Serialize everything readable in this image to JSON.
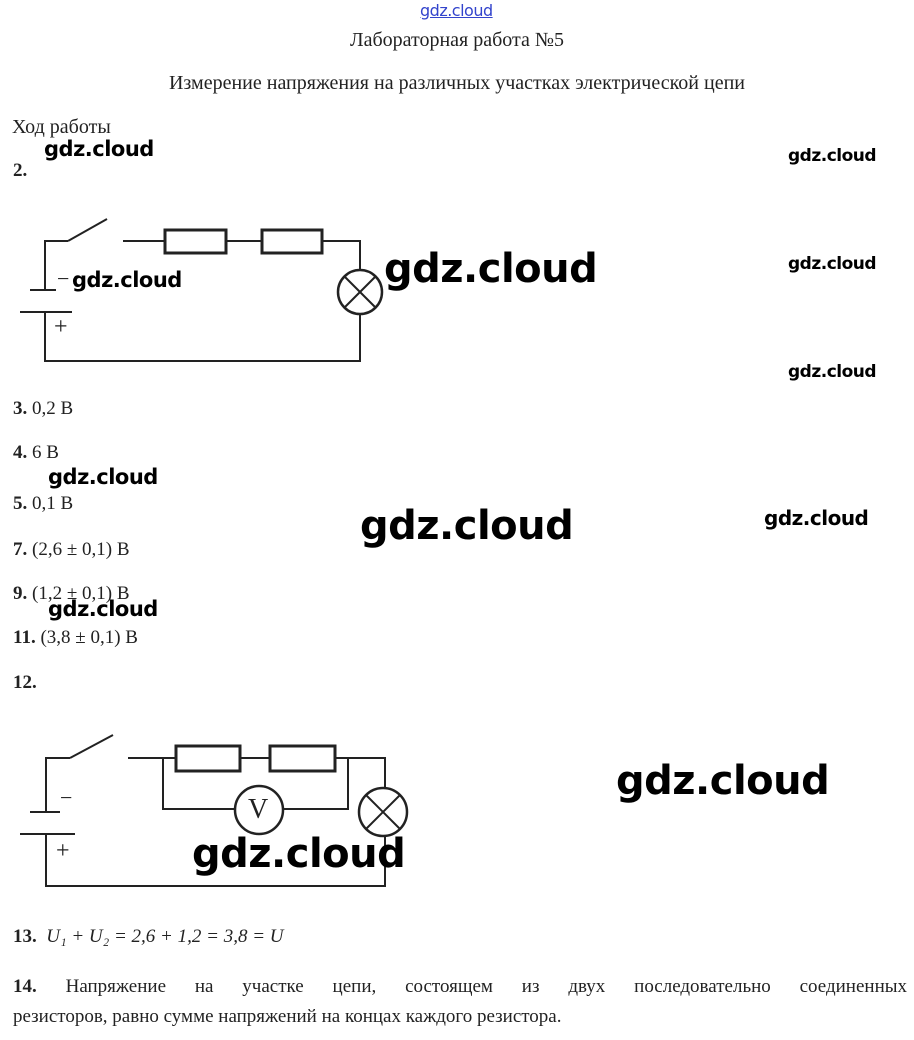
{
  "watermark": "gdz.cloud",
  "title": "Лабораторная работа №5",
  "subtitle": "Измерение напряжения на различных участках электрической цепи",
  "section": "Ход работы",
  "items": [
    {
      "num": "2.",
      "text": ""
    },
    {
      "num": "3.",
      "text": "0,2 В"
    },
    {
      "num": "4.",
      "text": "6 В"
    },
    {
      "num": "5.",
      "text": "0,1 В"
    },
    {
      "num": "7.",
      "text": "(2,6 ± 0,1) В"
    },
    {
      "num": "9.",
      "text": "(1,2 ± 0,1) В"
    },
    {
      "num": "11.",
      "text": "(3,8 ± 0,1) В"
    },
    {
      "num": "12.",
      "text": ""
    },
    {
      "num": "13.",
      "text": "U₁ + U₂ = 2,6 + 1,2 = 3,8 = U"
    }
  ],
  "item14": {
    "num": "14.",
    "line1": "Напряжение на участке цепи, состоящем из двух последовательно соединенных",
    "line2": "резисторов, равно сумме напряжений на концах каждого резистора."
  },
  "circuit": {
    "minus": "−",
    "plus": "+",
    "voltmeter": "V"
  }
}
